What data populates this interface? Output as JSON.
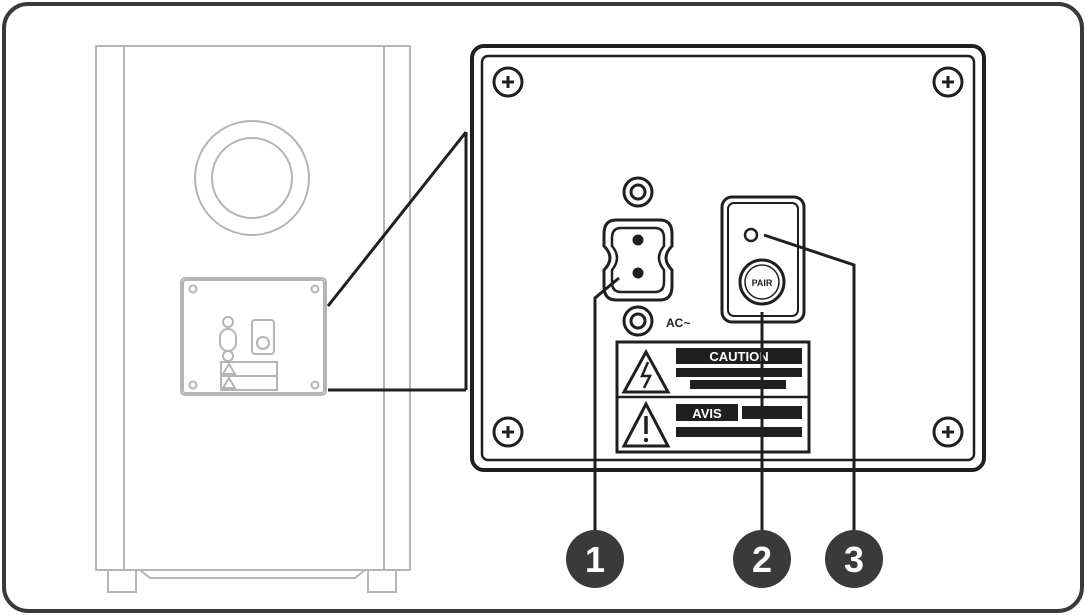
{
  "colors": {
    "outline": "#1f1f1f",
    "faded_outline": "#b5b5b5",
    "badge_fill": "#3a3a3a",
    "badge_text": "#ffffff",
    "background": "#ffffff"
  },
  "callouts": [
    {
      "number": "1"
    },
    {
      "number": "2"
    },
    {
      "number": "3"
    }
  ],
  "panel": {
    "power_label": "AC~",
    "pair_button_label": "PAIR",
    "warning_caution_title": "CAUTION",
    "warning_avis_title": "AVIS",
    "warning_icon_1": "electric-shock-warning-icon",
    "warning_icon_2": "exclamation-warning-icon"
  }
}
